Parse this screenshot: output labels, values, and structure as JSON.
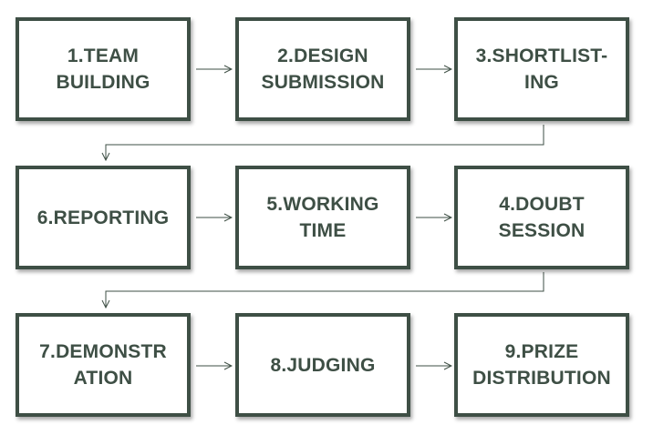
{
  "diagram": {
    "type": "process-flow",
    "border_color": "#3e4f45",
    "text_color": "#3e4f45",
    "steps": [
      {
        "id": "s1",
        "label": "1.TEAM\nBUILDING"
      },
      {
        "id": "s2",
        "label": "2.DESIGN\nSUBMISSION"
      },
      {
        "id": "s3",
        "label": "3.SHORTLIST-\nING"
      },
      {
        "id": "s4",
        "label": "4.DOUBT\nSESSION"
      },
      {
        "id": "s5",
        "label": "5.WORKING\nTIME"
      },
      {
        "id": "s6",
        "label": "6.REPORTING"
      },
      {
        "id": "s7",
        "label": "7.DEMONSTR\nATION"
      },
      {
        "id": "s8",
        "label": "8.JUDGING"
      },
      {
        "id": "s9",
        "label": "9.PRIZE\nDISTRIBUTION"
      }
    ],
    "edges": [
      {
        "from": "s1",
        "to": "s2"
      },
      {
        "from": "s2",
        "to": "s3"
      },
      {
        "from": "s3",
        "to": "s6"
      },
      {
        "from": "s6",
        "to": "s5"
      },
      {
        "from": "s5",
        "to": "s4"
      },
      {
        "from": "s4",
        "to": "s7"
      },
      {
        "from": "s7",
        "to": "s8"
      },
      {
        "from": "s8",
        "to": "s9"
      }
    ]
  }
}
